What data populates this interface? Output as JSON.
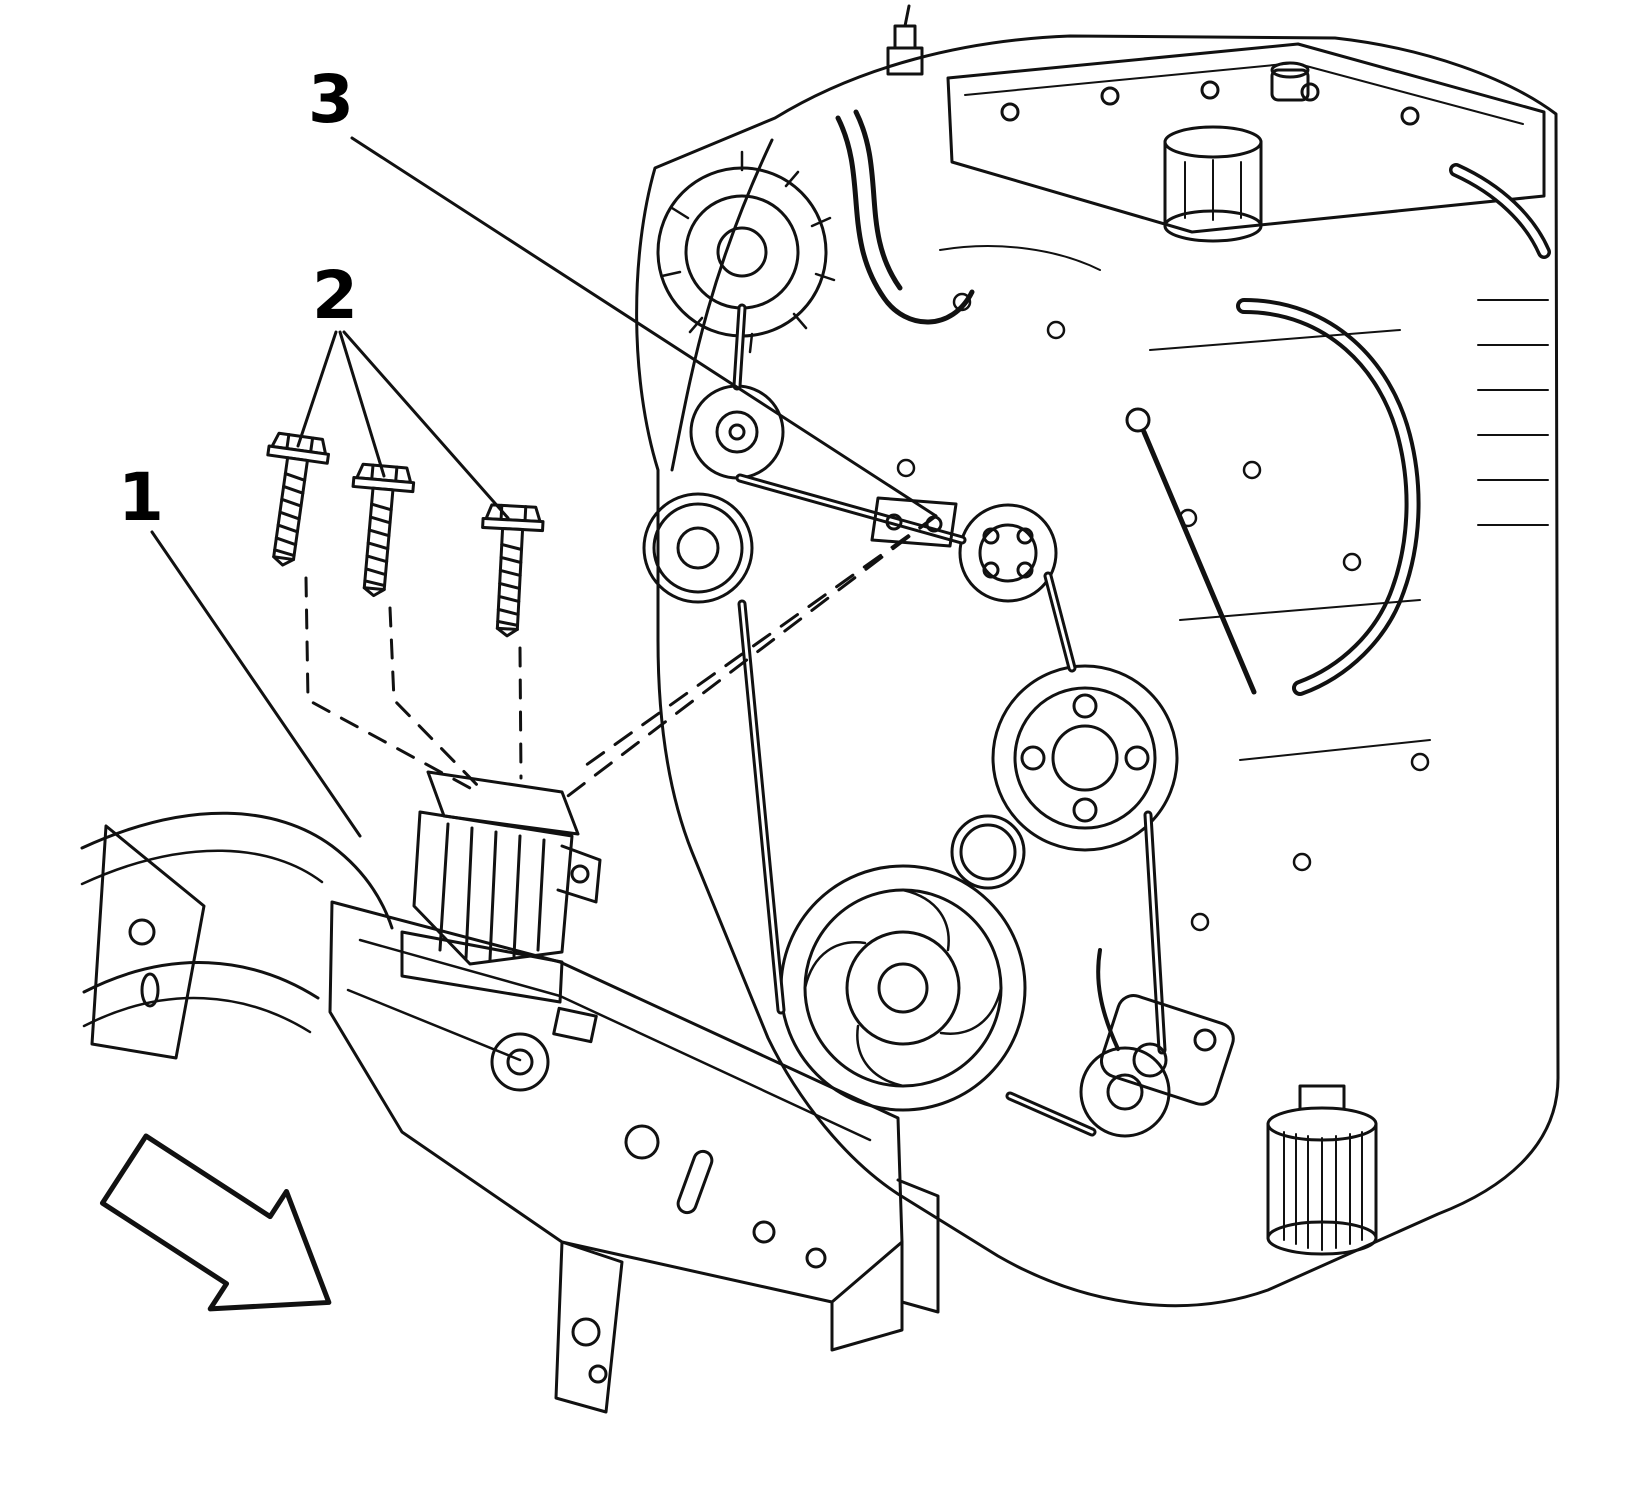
{
  "diagram": {
    "background_color": "#ffffff",
    "line_color": "#111111",
    "callouts": [
      {
        "label": "1"
      },
      {
        "label": "2"
      },
      {
        "label": "3"
      }
    ],
    "parts": [
      "engine-assembly",
      "serpentine-belt",
      "engine-mount",
      "mount-bolt",
      "frame-crossmember",
      "direction-arrow"
    ]
  }
}
